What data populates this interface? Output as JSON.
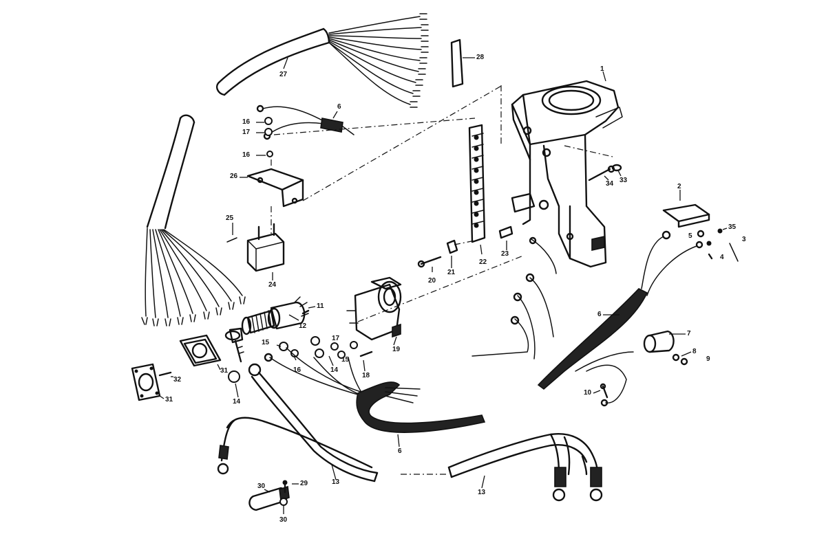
{
  "labels": {
    "l1": "1",
    "l2": "2",
    "l3": "3",
    "l4": "4",
    "l5": "5",
    "l6a": "6",
    "l6b": "6",
    "l6c": "6",
    "l7": "7",
    "l8": "8",
    "l9": "9",
    "l10": "10",
    "l11": "11",
    "l12": "12",
    "l13a": "13",
    "l13b": "13",
    "l14a": "14",
    "l14b": "14",
    "l15a": "15",
    "l15b": "15",
    "l16a": "16",
    "l16b": "16",
    "l16c": "16",
    "l17a": "17",
    "l17b": "17",
    "l18": "18",
    "l19": "19",
    "l20": "20",
    "l21": "21",
    "l22": "22",
    "l23": "23",
    "l24": "24",
    "l25": "25",
    "l26": "26",
    "l27": "27",
    "l28": "28",
    "l29": "29",
    "l30a": "30",
    "l30b": "30",
    "l31a": "31",
    "l31b": "31",
    "l32": "32",
    "l33": "33",
    "l34": "34",
    "l35": "35"
  }
}
